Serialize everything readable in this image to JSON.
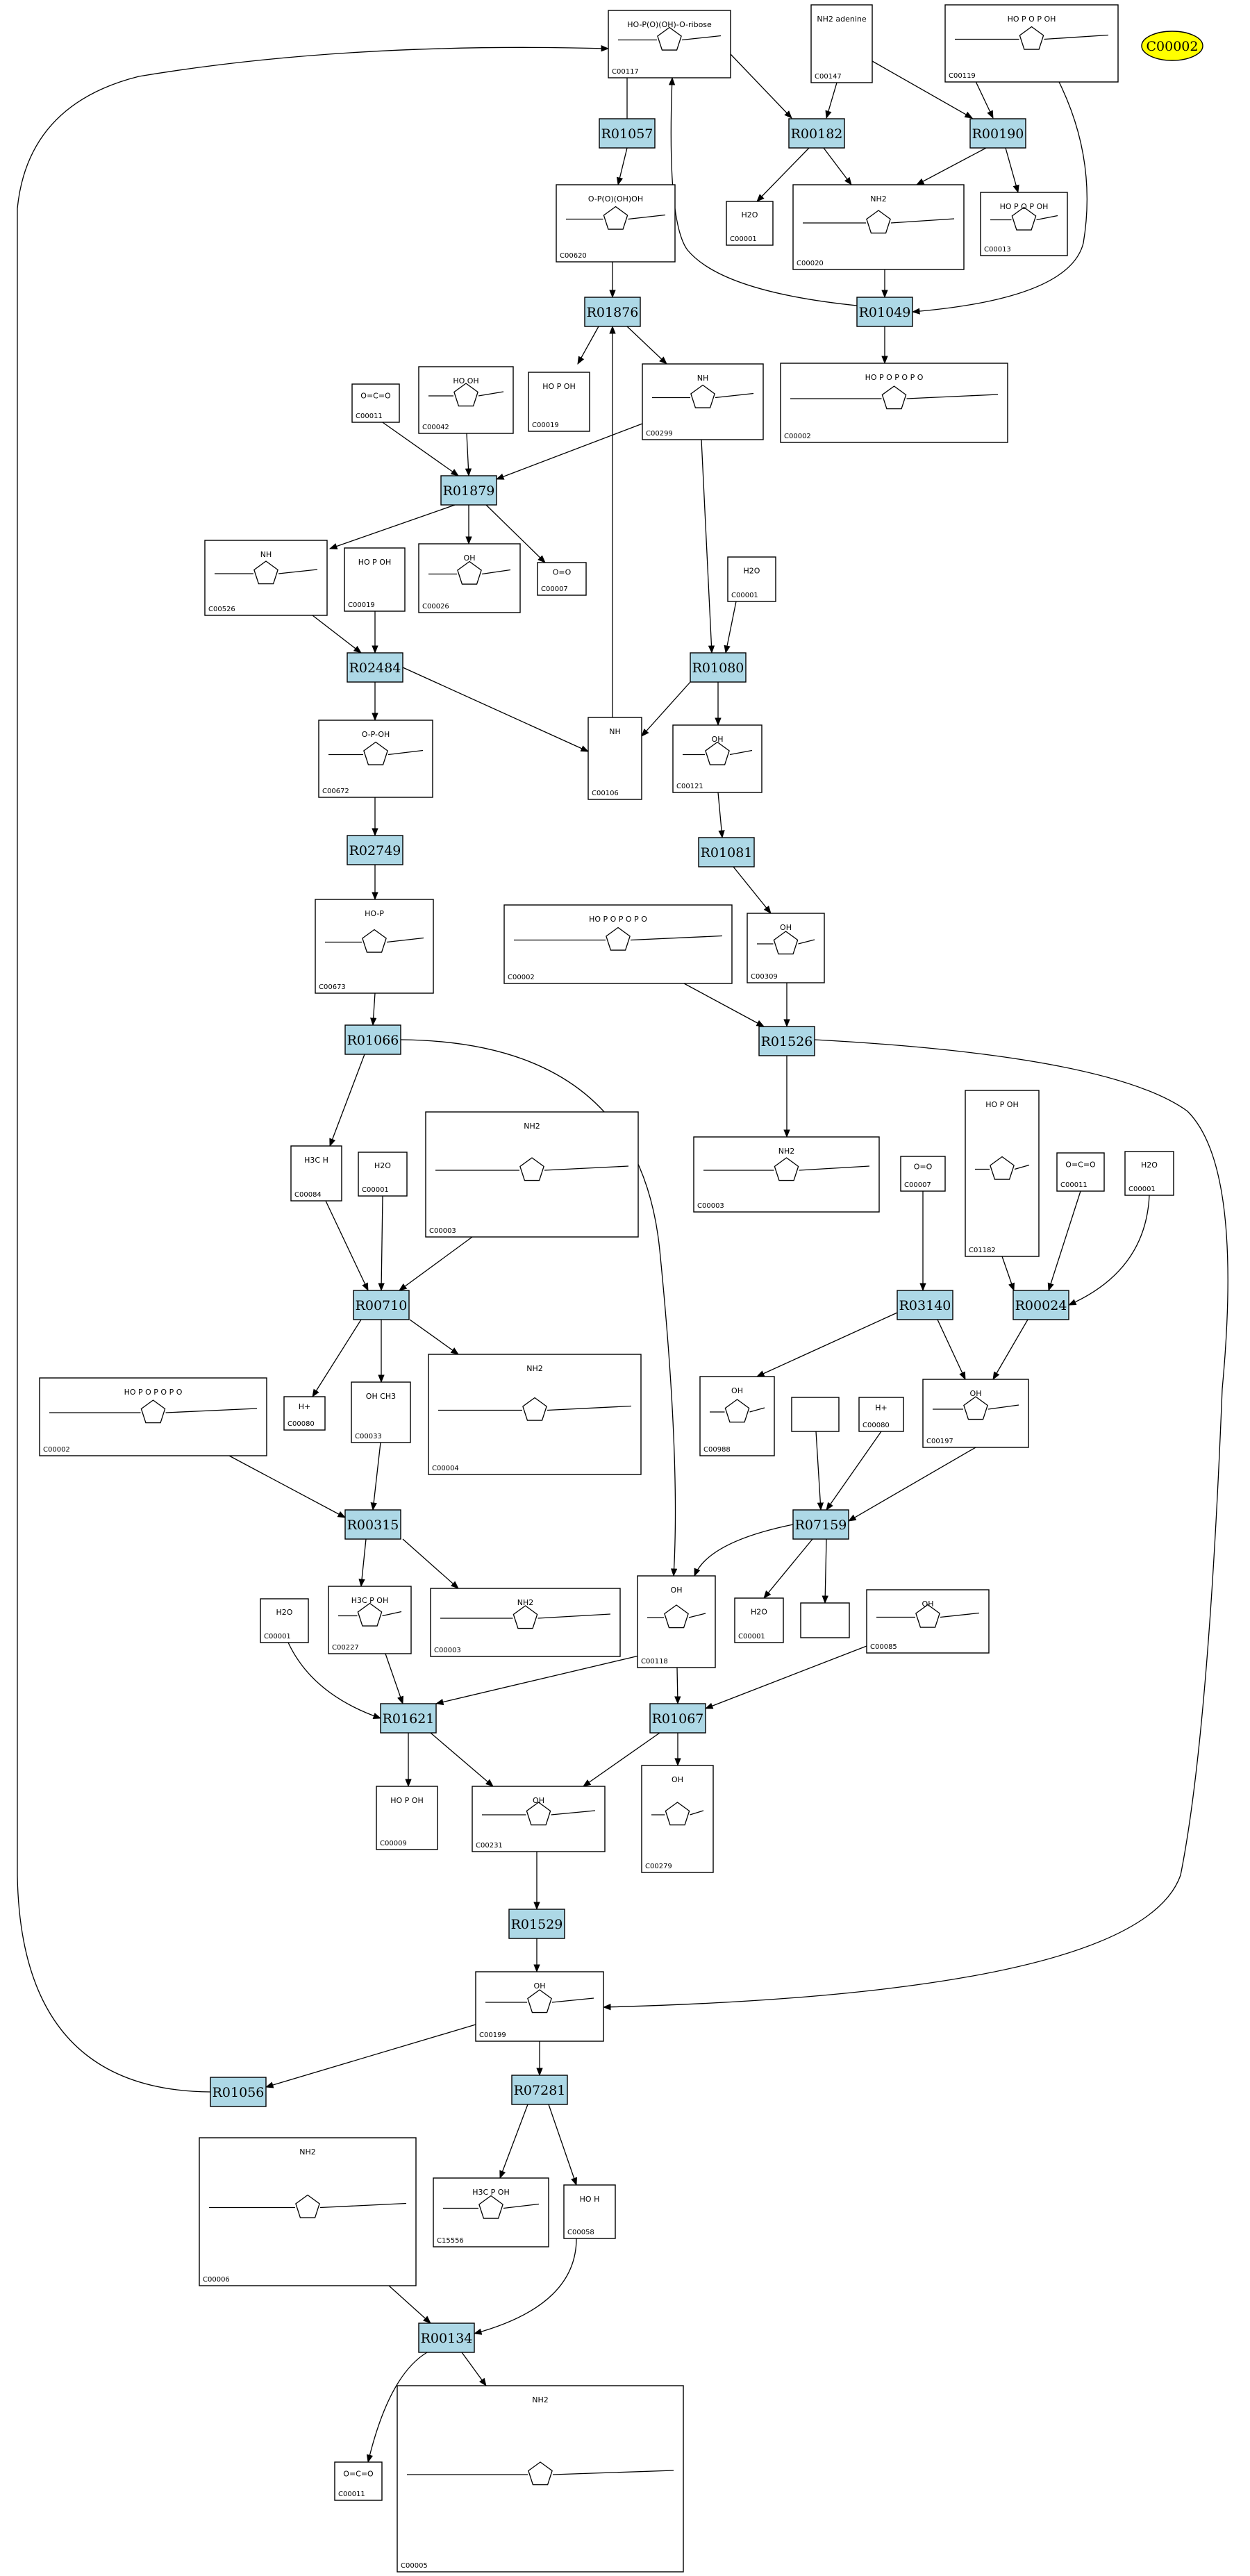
{
  "highlight": {
    "id": "C00002",
    "color": "#ffff00"
  },
  "reaction_color": "#add8e6",
  "reactions": [
    "R01057",
    "R00182",
    "R00190",
    "R01876",
    "R01049",
    "R01879",
    "R02484",
    "R01080",
    "R02749",
    "R01081",
    "R01066",
    "R01526",
    "R00710",
    "R03140",
    "R00024",
    "R00315",
    "R07159",
    "R01621",
    "R01067",
    "R01529",
    "R01056",
    "R07281",
    "R00134"
  ],
  "compounds": [
    {
      "id": "C00117",
      "formula": "HO-P(O)(OH)-O-ribose"
    },
    {
      "id": "C00147",
      "formula": "NH2 adenine"
    },
    {
      "id": "C00119",
      "formula": "HO P O P OH"
    },
    {
      "id": "C00620",
      "formula": "O-P(O)(OH)OH"
    },
    {
      "id": "C00001",
      "formula": "H2O"
    },
    {
      "id": "C00020",
      "formula": "NH2"
    },
    {
      "id": "C00013",
      "formula": "HO P O P OH"
    },
    {
      "id": "C00011",
      "formula": "O=C=O"
    },
    {
      "id": "C00042",
      "formula": "HO OH"
    },
    {
      "id": "C00019",
      "formula": "HO P OH"
    },
    {
      "id": "C00299",
      "formula": "NH"
    },
    {
      "id": "C00002",
      "formula": "HO P O P O P O"
    },
    {
      "id": "C00526",
      "formula": "NH"
    },
    {
      "id": "C00026",
      "formula": "OH"
    },
    {
      "id": "C00007",
      "formula": "O=O"
    },
    {
      "id": "C00672",
      "formula": "O-P-OH"
    },
    {
      "id": "C00106",
      "formula": "NH"
    },
    {
      "id": "C00121",
      "formula": "OH"
    },
    {
      "id": "C00673",
      "formula": "HO-P"
    },
    {
      "id": "C00309",
      "formula": "OH"
    },
    {
      "id": "C00084",
      "formula": "H3C H"
    },
    {
      "id": "C00003",
      "formula": "NH2"
    },
    {
      "id": "C01182",
      "formula": "HO P OH"
    },
    {
      "id": "C00080",
      "formula": "H+"
    },
    {
      "id": "C00033",
      "formula": "OH CH3"
    },
    {
      "id": "C00004",
      "formula": "NH2"
    },
    {
      "id": "C00988",
      "formula": "OH"
    },
    {
      "id": "C00197",
      "formula": "OH"
    },
    {
      "id": "C00227",
      "formula": "H3C P OH"
    },
    {
      "id": "C00118",
      "formula": "OH"
    },
    {
      "id": "C00085",
      "formula": "OH"
    },
    {
      "id": "C00009",
      "formula": "HO P OH"
    },
    {
      "id": "C00231",
      "formula": "OH"
    },
    {
      "id": "C00279",
      "formula": "OH"
    },
    {
      "id": "C00199",
      "formula": "OH"
    },
    {
      "id": "C00006",
      "formula": "NH2"
    },
    {
      "id": "C15556",
      "formula": "H3C P OH"
    },
    {
      "id": "C00058",
      "formula": "HO H"
    },
    {
      "id": "C00005",
      "formula": "NH2"
    }
  ]
}
